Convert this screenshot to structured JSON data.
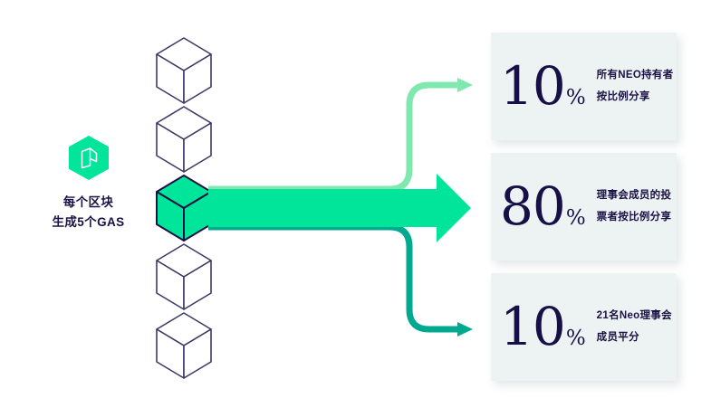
{
  "theme": {
    "background": "#ffffff",
    "navy": "#1A1246",
    "deep_navy": "#171047",
    "neo_green": "#00E599",
    "green_light": "#7EE8AF",
    "green_teal": "#00A98F",
    "card_bg": "#EDF2F2",
    "cube_outline": "#3D3A66"
  },
  "source": {
    "logo_icon": "neo-hexagon-logo-icon",
    "caption_line1": "每个区块",
    "caption_line2": "生成5个GAS"
  },
  "cubes": [
    {
      "icon": "cube-icon",
      "state": "outline"
    },
    {
      "icon": "cube-icon",
      "state": "outline"
    },
    {
      "icon": "cube-icon",
      "state": "filled"
    },
    {
      "icon": "cube-icon",
      "state": "outline"
    },
    {
      "icon": "cube-icon",
      "state": "outline"
    }
  ],
  "arrows": [
    {
      "name": "arrow-to-top-card",
      "color": "#7EE8AF",
      "target": 0
    },
    {
      "name": "arrow-to-middle-card",
      "color": "#00E599",
      "target": 1
    },
    {
      "name": "arrow-to-bottom-card",
      "color": "#00A98F",
      "target": 2
    }
  ],
  "cards": [
    {
      "number": "10",
      "percent_sign": "%",
      "desc_line1": "所有NEO持有者",
      "desc_line2": "按比例分享"
    },
    {
      "number": "80",
      "percent_sign": "%",
      "desc_line1": "理事会成员的投",
      "desc_line2": "票者按比例分享"
    },
    {
      "number": "10",
      "percent_sign": "%",
      "desc_line1": "21名Neo理事会",
      "desc_line2": "成员平分"
    }
  ]
}
